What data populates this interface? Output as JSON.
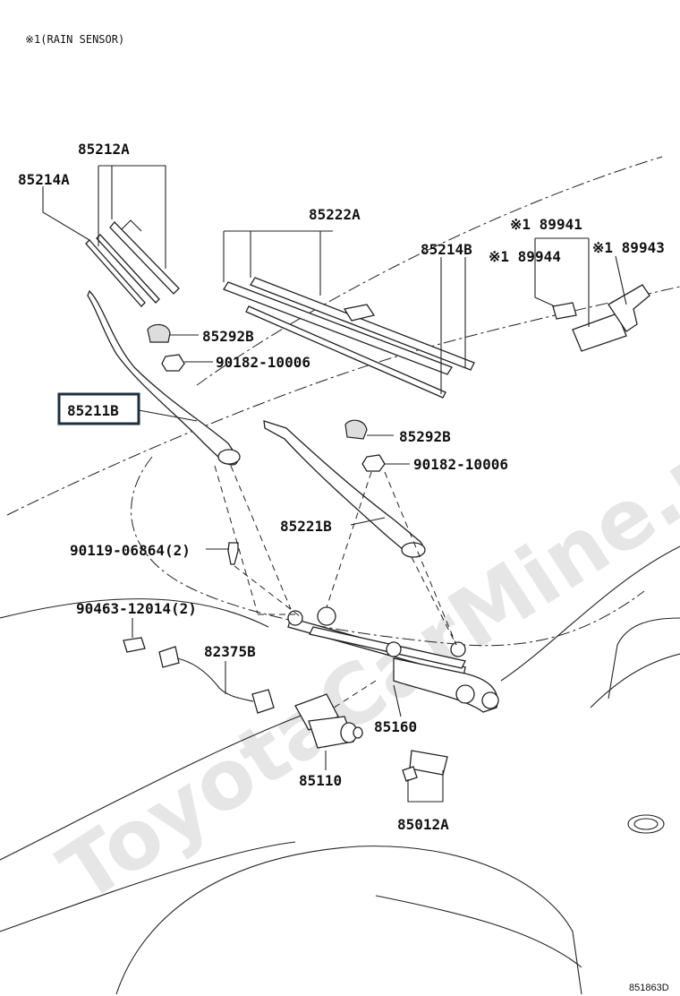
{
  "note": "※1(RAIN SENSOR)",
  "diagram_ref": "851863D",
  "watermark": "ToyotaCarMine.ru",
  "highlighted_part": "85211B",
  "labels": {
    "p85212A": "85212A",
    "p85214A": "85214A",
    "p85222A": "85222A",
    "p85214B": "85214B",
    "p89941": "※1 89941",
    "p89944": "※1 89944",
    "p89943": "※1 89943",
    "p85292B_1": "85292B",
    "p90182_1": "90182-10006",
    "p85211B": "85211B",
    "p85292B_2": "85292B",
    "p90182_2": "90182-10006",
    "p85221B": "85221B",
    "p90119": "90119-06864(2)",
    "p90463": "90463-12014(2)",
    "p82375B": "82375B",
    "p85160": "85160",
    "p85110": "85110",
    "p85012A": "85012A"
  }
}
